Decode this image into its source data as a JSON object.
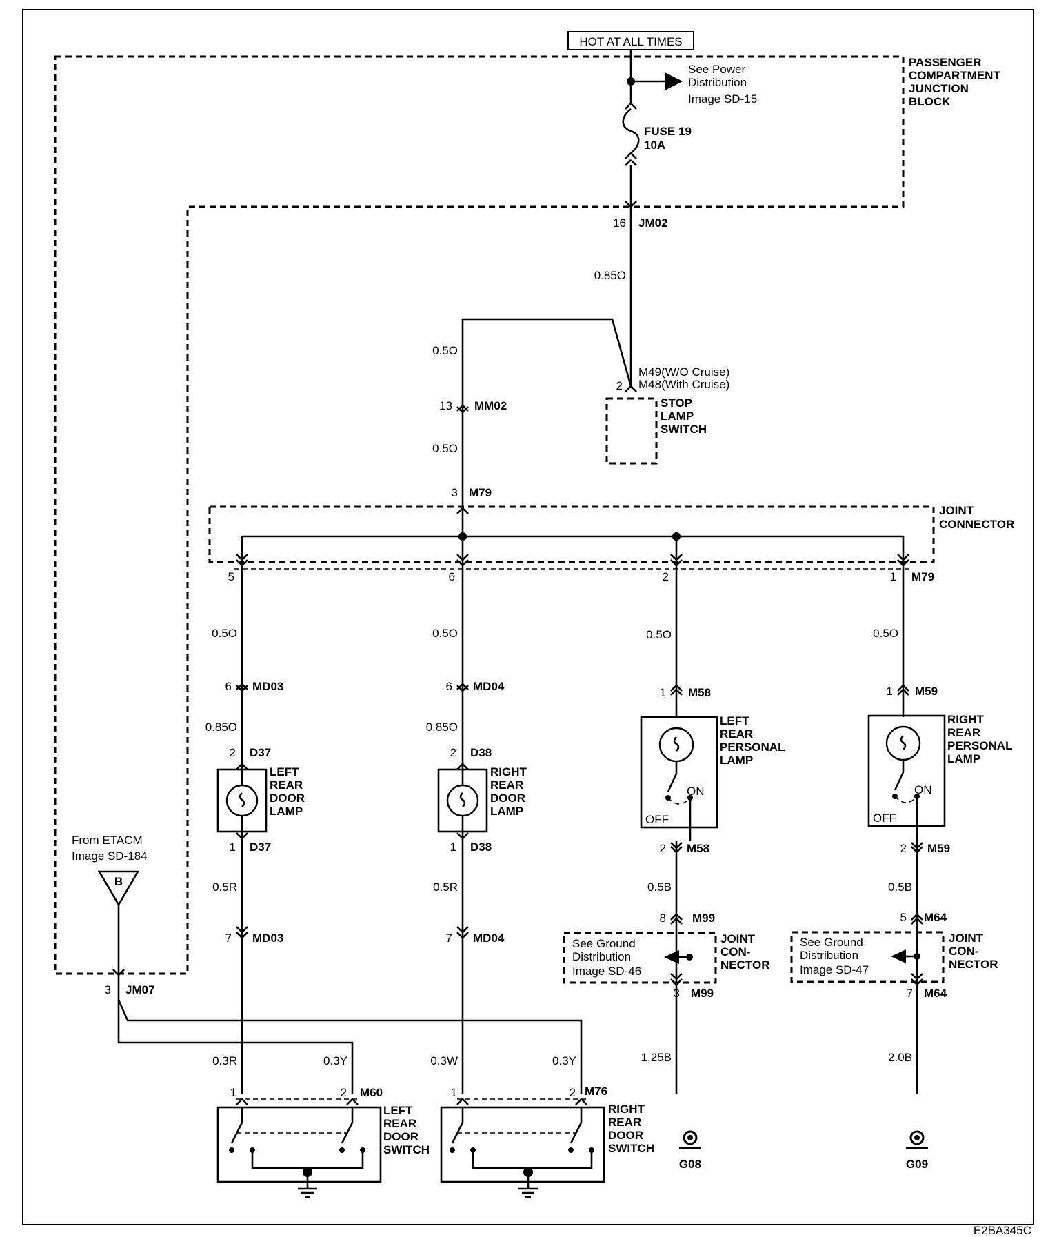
{
  "header": {
    "power_label": "HOT AT ALL TIMES",
    "diagram_code": "E2BA345C"
  },
  "power": {
    "see_line1": "See Power",
    "see_line2": "Distribution",
    "see_line3": "Image SD-15",
    "block_lines": [
      "PASSENGER",
      "COMPARTMENT",
      "JUNCTION",
      "BLOCK"
    ],
    "fuse_name": "FUSE 19",
    "fuse_rating": "10A",
    "jm02_pin": "16",
    "jm02": "JM02",
    "wire_jm02": "0.85O"
  },
  "stop_switch": {
    "connector_line1": "M49(W/O Cruise)",
    "connector_line2": "M48(With Cruise)",
    "pin": "2",
    "lines": [
      "STOP",
      "LAMP",
      "SWITCH"
    ],
    "wire_top": "0.5O"
  },
  "mm02": {
    "pin": "13",
    "name": "MM02",
    "wire_below": "0.5O"
  },
  "joint_connector": {
    "in_pin": "3",
    "in_name": "M79",
    "lines": [
      "JOINT",
      "CONNECTOR"
    ],
    "pins": [
      "5",
      "6",
      "2",
      "1"
    ],
    "out_name": "M79"
  },
  "branches": {
    "left_door": {
      "wire1": "0.5O",
      "md_pin": "6",
      "md": "MD03",
      "wire2": "0.85O",
      "lamp_top_pin": "2",
      "lamp_conn": "D37",
      "lamp_lines": [
        "LEFT",
        "REAR",
        "DOOR",
        "LAMP"
      ],
      "lamp_bot_pin": "1",
      "wire3": "0.5R",
      "md2_pin": "7",
      "md2": "MD03"
    },
    "right_door": {
      "wire1": "0.5O",
      "md_pin": "6",
      "md": "MD04",
      "wire2": "0.85O",
      "lamp_top_pin": "2",
      "lamp_conn": "D38",
      "lamp_lines": [
        "RIGHT",
        "REAR",
        "DOOR",
        "LAMP"
      ],
      "lamp_bot_pin": "1",
      "wire3": "0.5R",
      "md2_pin": "7",
      "md2": "MD04"
    },
    "left_personal": {
      "wire1": "0.5O",
      "top_pin": "1",
      "conn": "M58",
      "lines": [
        "LEFT",
        "REAR",
        "PERSONAL",
        "LAMP"
      ],
      "on": "ON",
      "off": "OFF",
      "bot_pin": "2",
      "wire2": "0.5B",
      "j_in_pin": "8",
      "j_conn": "M99",
      "see_line1": "See Ground",
      "see_line2": "Distribution",
      "see_line3": "Image SD-46",
      "j_lines": [
        "JOINT",
        "CON-",
        "NECTOR"
      ],
      "j_out_pin": "3",
      "wire3": "1.25B",
      "ground": "G08"
    },
    "right_personal": {
      "wire1": "0.5O",
      "top_pin": "1",
      "conn": "M59",
      "lines": [
        "RIGHT",
        "REAR",
        "PERSONAL",
        "LAMP"
      ],
      "on": "ON",
      "off": "OFF",
      "bot_pin": "2",
      "wire2": "0.5B",
      "j_in_pin": "5",
      "j_conn": "M64",
      "see_line1": "See Ground",
      "see_line2": "Distribution",
      "see_line3": "Image SD-47",
      "j_lines": [
        "JOINT",
        "CON-",
        "NECTOR"
      ],
      "j_out_pin": "7",
      "wire3": "2.0B",
      "ground": "G09"
    }
  },
  "etacm": {
    "from_line1": "From ETACM",
    "from_line2": "Image SD-184",
    "symbol": "B",
    "pin": "3",
    "conn": "JM07"
  },
  "door_switches": {
    "left": {
      "w1": "0.3R",
      "w2": "0.3Y",
      "pin1": "1",
      "pin2": "2",
      "conn": "M60",
      "lines": [
        "LEFT",
        "REAR",
        "DOOR",
        "SWITCH"
      ]
    },
    "right": {
      "w1": "0.3W",
      "w2": "0.3Y",
      "pin1": "1",
      "pin2": "2",
      "conn": "M76",
      "lines": [
        "RIGHT",
        "REAR",
        "DOOR",
        "SWITCH"
      ]
    }
  }
}
